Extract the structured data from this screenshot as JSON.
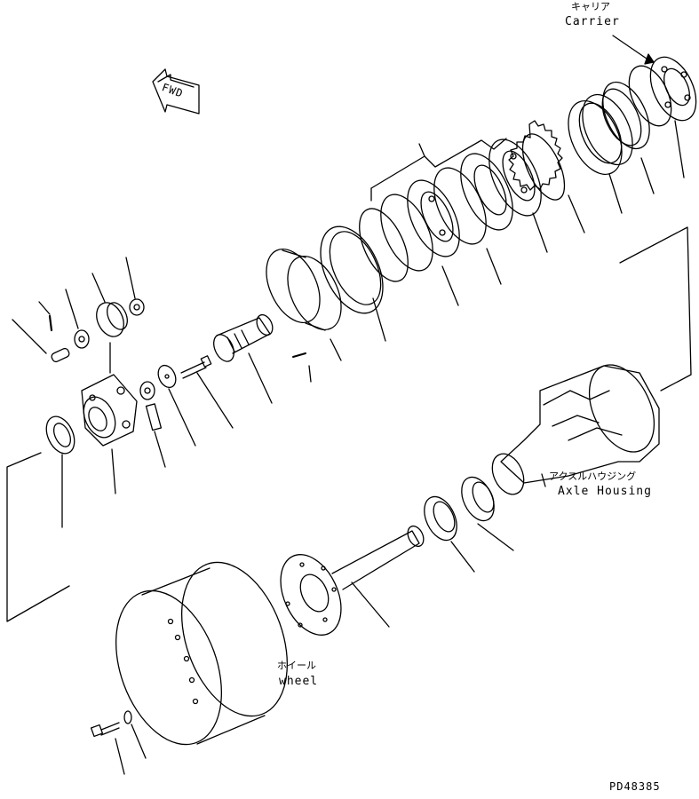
{
  "labels": {
    "carrier_jp": "キャリア",
    "carrier_en": "Carrier",
    "fwd": "FWD",
    "axle_housing_jp": "アクスルハウジング",
    "axle_housing_en": "Axle Housing",
    "wheel_jp": "ホイール",
    "wheel_en": "wheel",
    "drawing_number": "PD48385"
  },
  "colors": {
    "line": "#000000",
    "background": "#ffffff"
  },
  "icons": {
    "fwd_arrow": "fwd-arrow-icon",
    "carrier_arrow": "arrow-icon"
  }
}
